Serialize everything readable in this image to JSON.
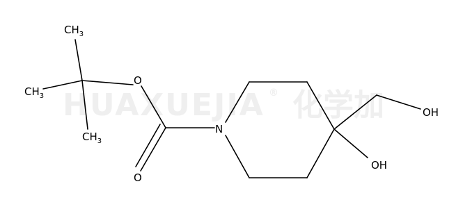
{
  "watermark": {
    "latin": "HUAXUEJIA",
    "registered": "®",
    "cjk": "化学加"
  },
  "molecule": {
    "atoms": {
      "methyl_top": {
        "main": "CH",
        "sub": "3"
      },
      "methyl_left": {
        "main": "CH",
        "sub": "3"
      },
      "methyl_bottom": {
        "main": "CH",
        "sub": "3"
      },
      "ester_oxygen": "O",
      "carbonyl_oxygen": "O",
      "ring_nitrogen": "N",
      "hydroxymethyl_oh": "OH",
      "ring_oh": "OH"
    },
    "colors": {
      "bonds": "#000000",
      "labels": "#000000",
      "watermark": "#efefef"
    }
  }
}
